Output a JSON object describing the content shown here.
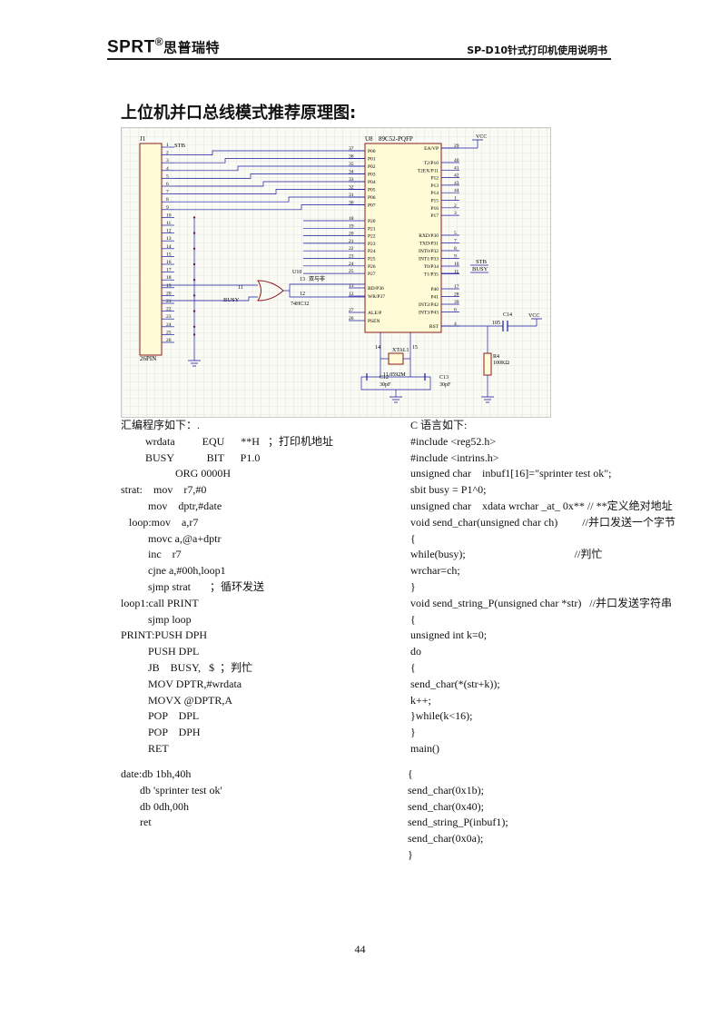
{
  "header": {
    "brand": "SPRT",
    "brand_mark": "®",
    "brand_cn": "思普瑞特",
    "doc_title": "SP-D10针式打印机使用说明书"
  },
  "section_title": "上位机并口总线模式推荐原理图:",
  "schematic": {
    "connector_ref": "J1",
    "connector_name": "26PIN",
    "connector_pins": [
      "1",
      "2",
      "3",
      "4",
      "5",
      "6",
      "7",
      "8",
      "9",
      "10",
      "11",
      "12",
      "13",
      "14",
      "15",
      "16",
      "17",
      "18",
      "19",
      "20",
      "21",
      "22",
      "23",
      "24",
      "25",
      "26"
    ],
    "stb": "STB",
    "busy": "BUSY",
    "mcu_ref": "U8",
    "mcu_name": "89C52-PQFP",
    "mcu_left_pins": [
      "P00",
      "P01",
      "P02",
      "P03",
      "P04",
      "P05",
      "P06",
      "P07",
      "P20",
      "P21",
      "P22",
      "P23",
      "P24",
      "P25",
      "P26",
      "P27",
      "RD/P36",
      "WR/P37",
      "ALE/P",
      "PSEN"
    ],
    "mcu_left_nums": [
      "37",
      "36",
      "35",
      "34",
      "33",
      "32",
      "31",
      "30",
      "18",
      "19",
      "20",
      "21",
      "22",
      "23",
      "24",
      "25",
      "13",
      "12",
      "27",
      "26"
    ],
    "mcu_right_pins": [
      "EA/VP",
      "T2/P10",
      "T2EX/P11",
      "P12",
      "P13",
      "P14",
      "P15",
      "P16",
      "P17",
      "RXD/P30",
      "TXD/P31",
      "INT0/P32",
      "INT1/P33",
      "T0/P34",
      "T1/P35",
      "P40",
      "P41",
      "INT2/P42",
      "INT3/P43",
      "RST"
    ],
    "mcu_right_nums": [
      "29",
      "40",
      "41",
      "42",
      "43",
      "44",
      "1",
      "2",
      "3",
      "5",
      "7",
      "8",
      "9",
      "10",
      "11",
      "17",
      "28",
      "39",
      "6",
      "4"
    ],
    "stb_out": "STB",
    "busy_out": "BUSY",
    "gate_ref": "U10",
    "gate_label": "双与非",
    "gate_part": "74HC32",
    "gate_in": "11",
    "gate_pin_a": "13",
    "gate_pin_b": "12",
    "vcc": "VCC",
    "c14": "C14",
    "c14_val": "105",
    "r4": "R4",
    "r4_val": "100KΩ",
    "xtal": "XTAL1",
    "xtal_val": "11.0592M",
    "xtal_pin_a": "14",
    "xtal_pin_b": "15",
    "c12": "C12",
    "c12_val": "30pF",
    "c13": "C13",
    "c13_val": "30pF"
  },
  "asm_code": [
    "汇编程序如下：.",
    "         wrdata          EQU      **H   ；打印机地址",
    "         BUSY            BIT      P1.0",
    "                    ORG 0000H",
    "strat:    mov    r7,#0",
    "          mov    dptr,#date",
    "   loop:mov    a,r7",
    "          movc a,@a+dptr",
    "          inc    r7",
    "          cjne a,#00h,loop1",
    "          sjmp strat       ；循环发送",
    "loop1:call PRINT",
    "          sjmp loop",
    "PRINT:PUSH DPH",
    "          PUSH DPL",
    "          JB    BUSY,   $  ；判忙",
    "          MOV DPTR,#wrdata",
    "          MOVX @DPTR,A",
    "          POP    DPL",
    "          POP    DPH",
    "          RET"
  ],
  "asm_data": [
    "date:db 1bh,40h",
    "       db 'sprinter test ok'",
    "       db 0dh,00h",
    "       ret"
  ],
  "c_code": [
    "C 语言如下:",
    "#include <reg52.h>",
    "#include <intrins.h>",
    "unsigned char    inbuf1[16]=\"sprinter test ok\";",
    "sbit busy = P1^0;",
    "unsigned char    xdata wrchar _at_ 0x** // **定义绝对地址",
    "void send_char(unsigned char ch)         //并口发送一个字节",
    "{",
    "while(busy);                                        //判忙",
    "wrchar=ch;",
    "}",
    "void send_string_P(unsigned char *str)   //并口发送字符串",
    "{",
    "unsigned int k=0;",
    "do",
    "{",
    "send_char(*(str+k));",
    "k++;",
    "}while(k<16);",
    "}",
    "main()"
  ],
  "c_main": [
    "{",
    "send_char(0x1b);",
    "send_char(0x40);",
    "send_string_P(inbuf1);",
    "send_char(0x0a);",
    "}"
  ],
  "page_number": "44"
}
